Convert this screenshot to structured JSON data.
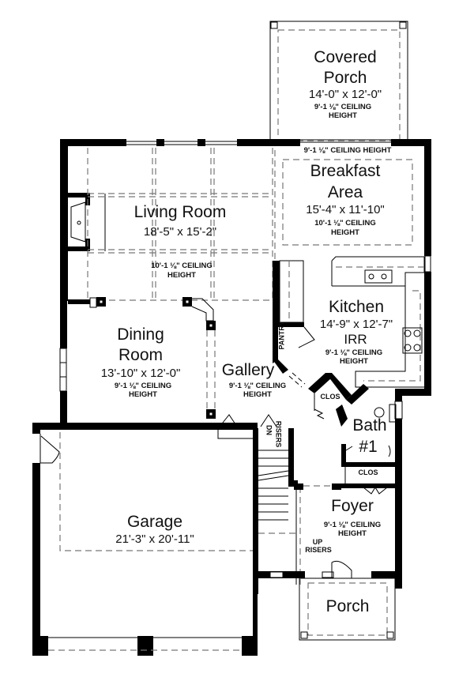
{
  "plan": {
    "rooms": [
      {
        "id": "covered-porch",
        "name_lines": [
          "Covered",
          "Porch"
        ],
        "dimensions": "14'-0\" x 12'-0\"",
        "ceiling_lines": [
          "9'-1 ⅛\" CEILING",
          "HEIGHT"
        ]
      },
      {
        "id": "breakfast-area",
        "name_lines": [
          "Breakfast",
          "Area"
        ],
        "dimensions": "15'-4\" x 11'-10\"",
        "ceiling_lines": [
          "10'-1 ⅛\" CEILING",
          "HEIGHT"
        ]
      },
      {
        "id": "living-room",
        "name_lines": [
          "Living Room"
        ],
        "dimensions": "18'-5\" x 15'-2\"",
        "ceiling_lines": [
          "10'-1 ⅛\" CEILING",
          "HEIGHT"
        ]
      },
      {
        "id": "kitchen",
        "name_lines": [
          "Kitchen"
        ],
        "dimensions": "14'-9\" x 12'-7\"",
        "note": "IRR",
        "ceiling_lines": [
          "9'-1 ⅛\" CEILING",
          "HEIGHT"
        ]
      },
      {
        "id": "dining-room",
        "name_lines": [
          "Dining",
          "Room"
        ],
        "dimensions": "13'-10\" x 12'-0\"",
        "ceiling_lines": [
          "9'-1 ⅛\" CEILING",
          "HEIGHT"
        ]
      },
      {
        "id": "gallery",
        "name_lines": [
          "Gallery"
        ],
        "ceiling_lines": [
          "9'-1 ⅛\" CEILING",
          "HEIGHT"
        ]
      },
      {
        "id": "bath-1",
        "name_lines": [
          "Bath",
          "#1"
        ]
      },
      {
        "id": "foyer",
        "name_lines": [
          "Foyer"
        ],
        "ceiling_lines": [
          "9'-1 ⅛\" CEILING",
          "HEIGHT"
        ]
      },
      {
        "id": "garage",
        "name_lines": [
          "Garage"
        ],
        "dimensions": "21'-3\" x 20'-11\""
      },
      {
        "id": "porch",
        "name_lines": [
          "Porch"
        ]
      }
    ],
    "breakfast_header_ceiling": "9'-1 ⅛\" CEILING HEIGHT",
    "small_labels": {
      "pantry": "PANTRY",
      "closet_gallery": "CLOS",
      "closet_foyer": "CLOS",
      "stairs_down_dn": "DN",
      "stairs_down_risers": "RISERS",
      "stairs_up_up": "UP",
      "stairs_up_risers": "RISERS"
    }
  }
}
